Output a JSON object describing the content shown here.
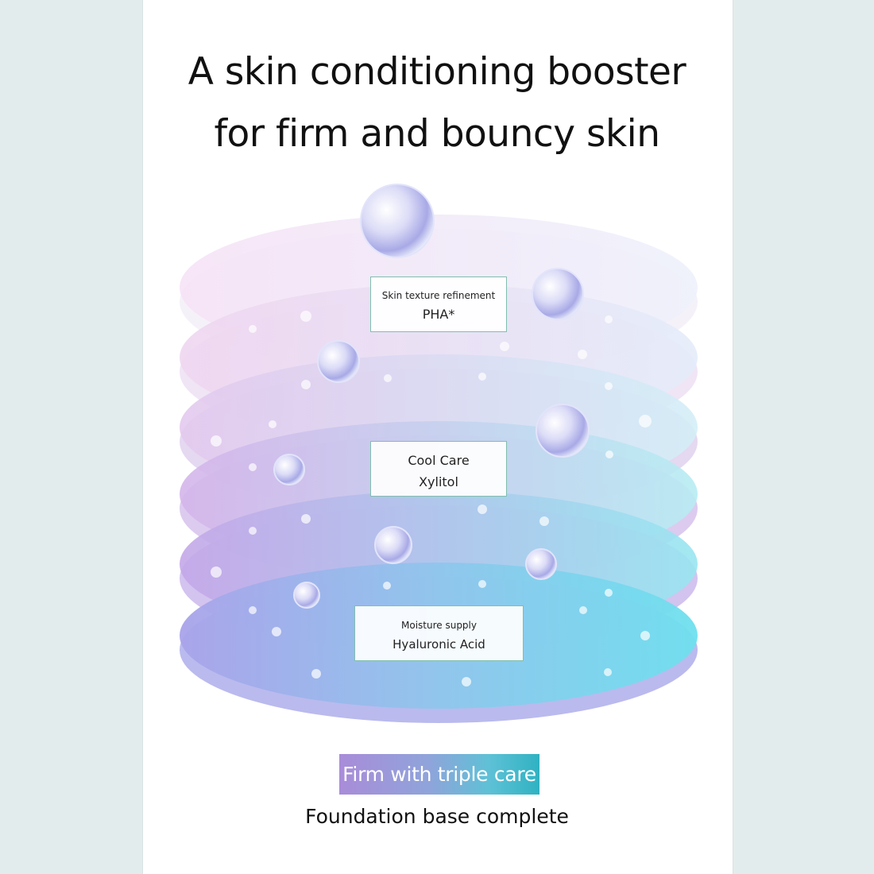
{
  "headline": {
    "line1": "A skin conditioning booster",
    "line2": "for firm and bouncy skin"
  },
  "labels": [
    {
      "top": "Skin texture refinement",
      "bottom": "PHA*"
    },
    {
      "top": "Cool Care",
      "bottom": "Xylitol"
    },
    {
      "top": "Moisture supply",
      "bottom": "Hyaluronic Acid"
    }
  ],
  "banner": "Firm with triple care",
  "subtitle": "Foundation base complete",
  "colors": {
    "background": "#e3ecec",
    "panel": "#ffffff",
    "label_border": "#7fbfae",
    "layer_pink": "#f3d9f2",
    "layer_purple": "#c9a6e6",
    "layer_cyan": "#6fd7e6"
  }
}
